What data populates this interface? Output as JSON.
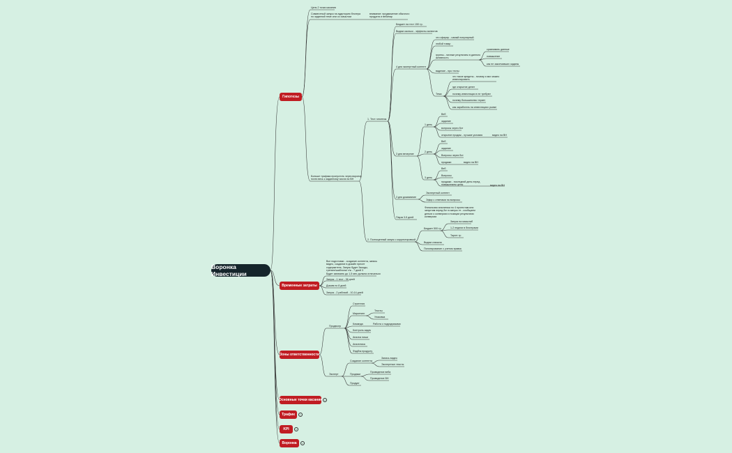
{
  "colors": {
    "background": "#d6f0e3",
    "root": "#15252b",
    "branch": "#c01d23",
    "line": "#333333"
  },
  "root": "Воронка Инвестиции",
  "branches": {
    "hypotheses": "Гипотезы",
    "time_costs": "Временные затраты",
    "responsibility": "Зоны ответственности",
    "touchpoints": "Основные точки касания",
    "traffic": "Трафик",
    "kpi": "KPI",
    "funnel": "Воронка"
  },
  "nodes": {
    "h1": "Цель 2 точки касания",
    "h2a": "Совместный запуск на аудиторию блогера",
    "h2b": "по заданной теме или со смыслом",
    "h2c1": "внимание: продвижение обычного",
    "h2c2": "продукта и вебинар",
    "h3a": "Больше трафика пропустить через воронку,",
    "h3b": "почти весь к заданному числа на ВН",
    "test": "1. Тест гипотезы",
    "b1": "Бюджет на тест 150 тр.",
    "b2": "Видим сколько - эффекты аспектов",
    "exp": "4 дня экспертный контент",
    "e1": "что сфирир - самый популярный",
    "e2": "любой товар",
    "e3a": "группы - личные результаты в данного",
    "e3b": "активность",
    "e3c": "сравнивать данные",
    "e3d": "повышение",
    "e3e": "как не закончивших заданы",
    "e4": "вадение - про тесты",
    "e5": "Тема",
    "t1a": "что такое кредиты - почему я мог можно",
    "t1b": "инвестировать",
    "t2": "где открытие денег",
    "t3": "почему инвестиции в не требуют",
    "t4": "почему большинство теряет",
    "t5": "как заработать на инвестициях рынке",
    "sell": "3 дня вечерние",
    "d1": "1 день",
    "d1a": "Веб",
    "d1b": "задание",
    "d1c": "вопросы через бот",
    "d1d": "открытие продаж - лучшие условия",
    "d1e": "видео на ВН",
    "d2": "2 день",
    "d2a": "Веб",
    "d2b": "задание",
    "d2c": "Вопросы через бот",
    "d2d": "продажи",
    "d2e": "видео на ВН",
    "d3": "3 день",
    "d3a": "Веб",
    "d3b": "Вопросы",
    "d3c": "продажи - последний день перед",
    "d3d": "повышением цены",
    "d3e": "видео на ВН",
    "w1": "3 дня дожимание",
    "w2": "Экспертный контент",
    "w3": "Эфир с ответами на вопросы",
    "p1": "Пауза 3-5 дней",
    "p2a": "Финальная аналитика по 4 протестам или",
    "p2b": "запустим перед бот в запуск лт - сообщаем",
    "p2c": "деньги о конверсии и позиции результатах",
    "p2d": "конверсии",
    "launch": "2. Полноценный запуск с корректировкой",
    "l1": "Бюджет 500 тр.",
    "l1a": "Запуск на масштаб",
    "l1b": "1-2 недели в блогерами",
    "l1c": "Таргет тр",
    "l2": "Видим сначала",
    "l3": "Пилотирование с учетом правок",
    "tc1a": "Все подготовки - создание контента, запись",
    "tc1b": "видео, создание в дизайн пресет",
    "tc1c": "содержитель, Запуск будет Заходы,",
    "tc1d": "тренинг/шаблона/ т/ж - 7 дней 3",
    "tc1e": "Будет занимать до 1,5 мес должна отличаться",
    "tc2": "Запуск - 1 тест - 36 дней",
    "tc3": "Дожим по 8 дней",
    "tc4": "Запуск - 2 рабочий - 10-14 дней",
    "prod": "Продюсер",
    "pr1": "Стратегия",
    "pr2": "Маркетинг",
    "pr2a": "Тексты",
    "pr2b": "Упаковка",
    "pr3": "Команда",
    "pr3a": "Работа с подрядчиками",
    "pr4": "Контроль задач",
    "pr5": "Анализ ниши",
    "pr6": "Аналитика",
    "pr7": "Фидбэк продукту",
    "expert": "Эксперт",
    "ex1": "Создание контента",
    "ex1a": "Запись видео",
    "ex1b": "Экспертные тексты",
    "ex2": "Продажи",
    "ex2a": "Проведение веба",
    "ex2b": "Проведение ВН",
    "ex3": "Продукт"
  }
}
